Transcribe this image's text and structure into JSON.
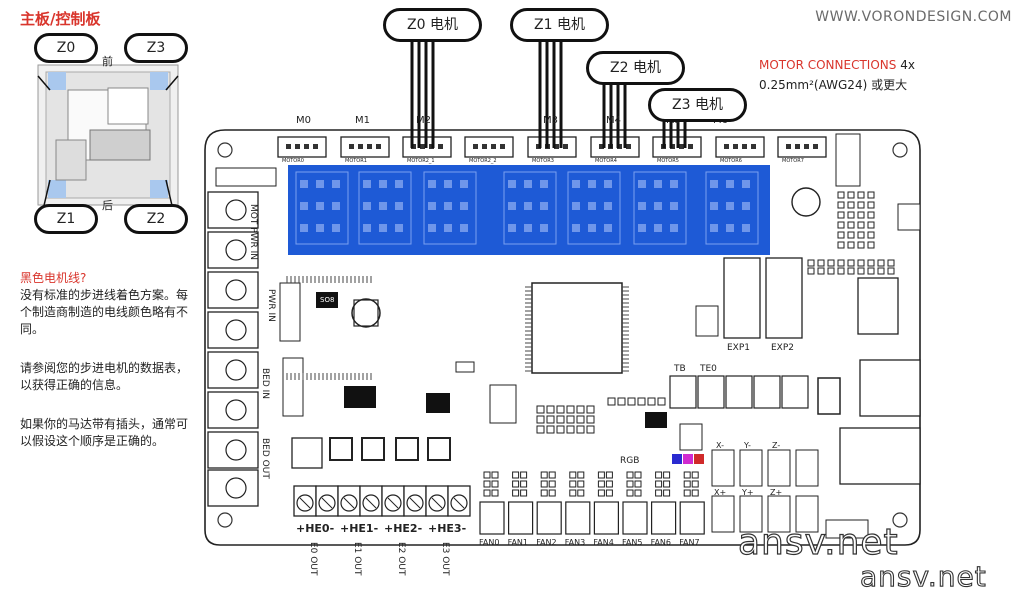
{
  "page_title": "主板/控制板",
  "site_url": "WWW.VORONDESIGN.COM",
  "motor_connections": {
    "label": "MOTOR CONNECTIONS",
    "count": "4x",
    "spec": "0.25mm²(AWG24) 或更大"
  },
  "corner_labels": [
    "Z0",
    "Z3",
    "Z1",
    "Z2"
  ],
  "front_label": "前",
  "back_label": "后",
  "motor_callouts": [
    "Z0 电机",
    "Z1 电机",
    "Z2 电机",
    "Z3 电机"
  ],
  "notes": {
    "heading": "黑色电机线?",
    "p1": "没有标准的步进线着色方案。每个制造商制造的电线颜色略有不同。",
    "p2": "请参阅您的步进电机的数据表，以获得正确的信息。",
    "p3": "如果你的马达带有插头，通常可以假设这个顺序是正确的。"
  },
  "board": {
    "motor_headers": [
      "M0",
      "M1",
      "M2",
      "M3",
      "M4",
      "M5",
      "M6"
    ],
    "motor_connectors": [
      "MOTOR0",
      "MOTOR1",
      "MOTOR2_1",
      "MOTOR2_2",
      "MOTOR3",
      "MOTOR4",
      "MOTOR5",
      "MOTOR6",
      "MOTOR7"
    ],
    "power_labels": [
      "MOT PWR IN",
      "PWR IN",
      "BED IN",
      "BED OUT"
    ],
    "chip_label": "SO8",
    "exp_labels": [
      "EXP1",
      "EXP2"
    ],
    "tb_label": "TB",
    "te0_label": "TE0",
    "rgb_label": "RGB",
    "endstops_top": [
      "X-",
      "Y-",
      "Z-"
    ],
    "endstops_bottom": [
      "X+",
      "Y+",
      "Z+"
    ],
    "heater_labels": [
      "+HE0-",
      "+HE1-",
      "+HE2-",
      "+HE3-"
    ],
    "heater_out": [
      "E0 OUT",
      "E1 OUT",
      "E2 OUT",
      "E3 OUT"
    ],
    "fans": [
      "FAN0",
      "FAN1",
      "FAN2",
      "FAN3",
      "FAN4",
      "FAN5",
      "FAN6",
      "FAN7"
    ]
  },
  "watermark": "ansv.net",
  "colors": {
    "accent_red": "#d9352c",
    "driver_blue": "#1e5ad6",
    "rgb_pins": [
      "#2a2ad0",
      "#d02ad0",
      "#d02a2a"
    ]
  }
}
